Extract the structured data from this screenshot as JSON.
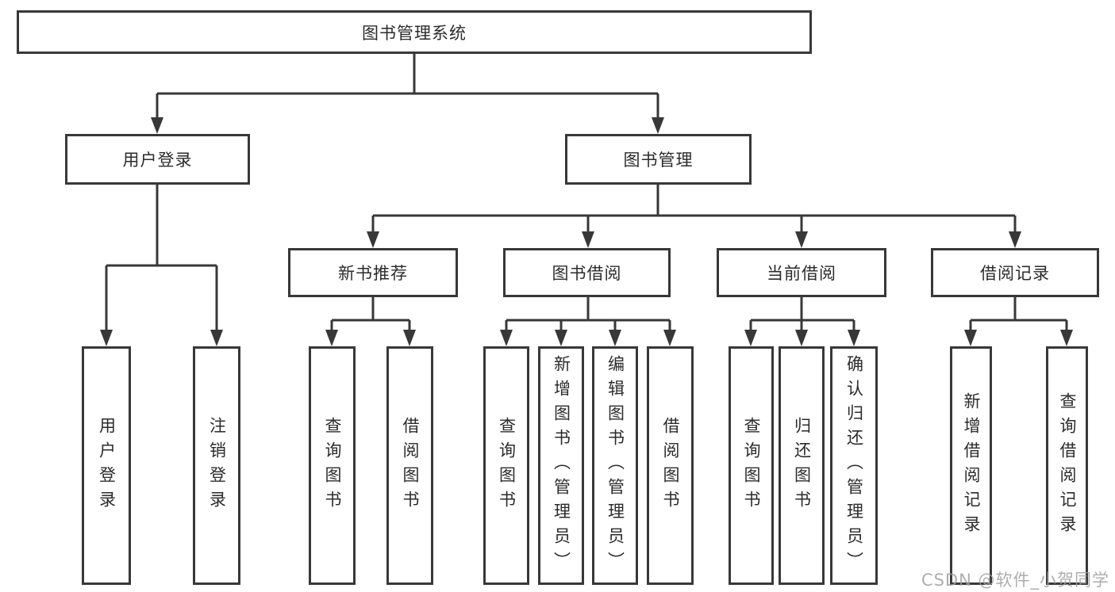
{
  "tree": {
    "label": "图书管理系统",
    "children": [
      {
        "label": "用户登录",
        "children": [
          {
            "label": "用户登录"
          },
          {
            "label": "注销登录"
          }
        ]
      },
      {
        "label": "图书管理",
        "children": [
          {
            "label": "新书推荐",
            "children": [
              {
                "label": "查询图书"
              },
              {
                "label": "借阅图书"
              }
            ]
          },
          {
            "label": "图书借阅",
            "children": [
              {
                "label": "查询图书"
              },
              {
                "label": "新增图书（管理员）"
              },
              {
                "label": "编辑图书（管理员）"
              },
              {
                "label": "借阅图书"
              }
            ]
          },
          {
            "label": "当前借阅",
            "children": [
              {
                "label": "查询图书"
              },
              {
                "label": "归还图书"
              },
              {
                "label": "确认归还（管理员）"
              }
            ]
          },
          {
            "label": "借阅记录",
            "children": [
              {
                "label": "新增借阅记录"
              },
              {
                "label": "查询借阅记录"
              }
            ]
          }
        ]
      }
    ]
  },
  "watermark": {
    "text": "CSDN @软件_小贺同学"
  },
  "colors": {
    "line": "#383838",
    "text": "#2b2b2b",
    "background": "#ffffff",
    "watermark": "#a0a0a0"
  }
}
